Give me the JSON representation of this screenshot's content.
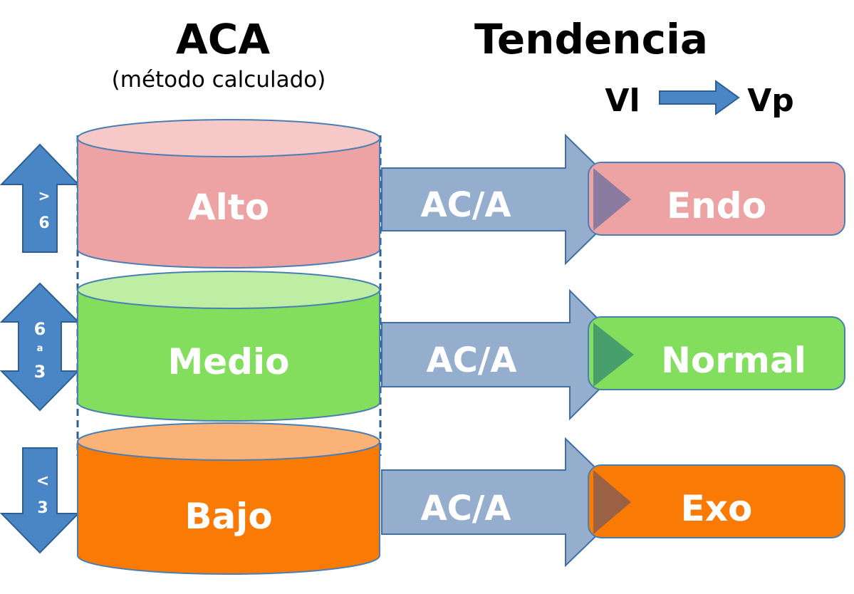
{
  "left_column": {
    "title": "ACA",
    "subtitle": "(método calculado)"
  },
  "right_column": {
    "title": "Tendencia",
    "legend": {
      "from": "Vl",
      "to": "Vp"
    }
  },
  "colors": {
    "arrow_blue": "#4A86C5",
    "arrow_grey_blue": "#96AECD",
    "high": "#EDA3A3",
    "high_top": "#F6C8C8",
    "medium": "#82DE5C",
    "medium_top": "#BDEEA3",
    "low": "#FA7A06",
    "low_top": "#FAB277"
  },
  "levels": [
    {
      "level_label": "Alto",
      "range": [
        "> ",
        "6"
      ],
      "direction": "up",
      "ratio_label": "AC/A",
      "result_label": "Endo"
    },
    {
      "level_label": "Medio",
      "range": [
        "6",
        "a",
        "3"
      ],
      "direction": "both",
      "ratio_label": "AC/A",
      "result_label": "Normal"
    },
    {
      "level_label": "Bajo",
      "range": [
        "< ",
        "3"
      ],
      "direction": "down",
      "ratio_label": "AC/A",
      "result_label": "Exo"
    }
  ]
}
